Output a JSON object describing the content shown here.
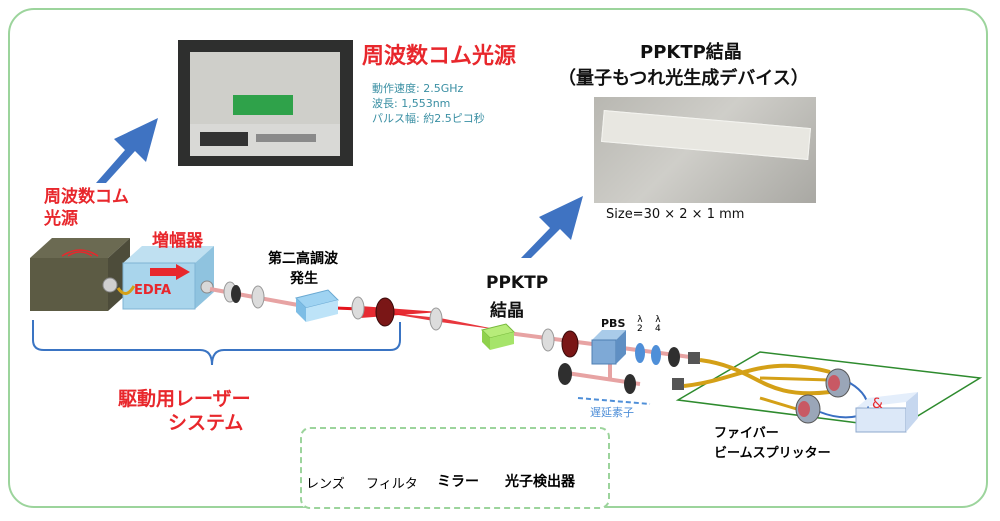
{
  "source": {
    "title": "周波数コム光源",
    "specs": [
      "動作速度: 2.5GHz",
      "波長: 1,553nm",
      "パルス幅: 約2.5ピコ秒"
    ]
  },
  "crystal": {
    "title": "PPKTP結晶",
    "subtitle": "（量子もつれ光生成デバイス）",
    "size": "Size=30 × 2 × 1 mm"
  },
  "labels": {
    "comb_source_line1": "周波数コム",
    "comb_source_line2": "光源",
    "amplifier": "増幅器",
    "edfa": "EDFA",
    "shg_line1": "第二高調波",
    "shg_line2": "発生",
    "ppktp_line1": "PPKTP",
    "ppktp_line2": "結晶",
    "pbs": "PBS",
    "half_num": "λ",
    "half_den": "2",
    "quarter_num": "λ",
    "quarter_den": "4",
    "delay": "遅延素子",
    "laser_system_line1": "駆動用レーザー",
    "laser_system_line2": "システム",
    "fiber_bs_line1": "ファイバー",
    "fiber_bs_line2": "ビームスプリッター"
  },
  "legend": {
    "lens": "レンズ",
    "filter": "フィルタ",
    "mirror": "ミラー",
    "detector": "光子検出器"
  },
  "colors": {
    "title_red": "#e8272c",
    "spec_teal": "#3a8fa3",
    "arrow_blue": "#3f73c2",
    "frame_green": "#9cd49c",
    "beam_red": "#e4141c",
    "beam_pink": "#e7a3a3",
    "fiber_yellow": "#d4a017",
    "delay_blue": "#4f8fd8"
  }
}
